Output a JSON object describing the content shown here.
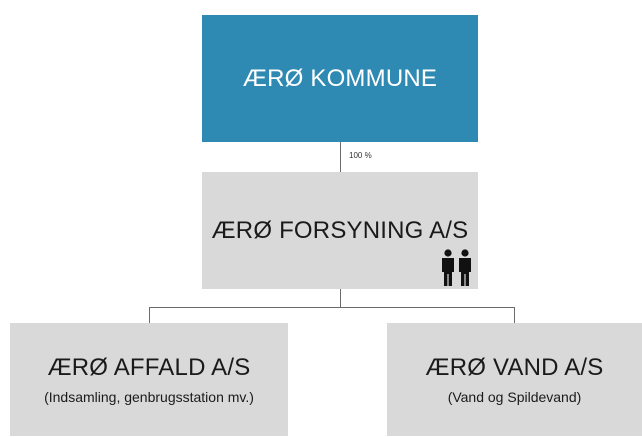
{
  "nodes": {
    "kommune": {
      "title": "ÆRØ KOMMUNE",
      "color": "#2e8ab3"
    },
    "forsyning": {
      "title": "ÆRØ FORSYNING A/S",
      "icon": "people-icon"
    },
    "affald": {
      "title": "ÆRØ AFFALD A/S",
      "subtitle": "(Indsamling, genbrugsstation mv.)"
    },
    "vand": {
      "title": "ÆRØ VAND A/S",
      "subtitle": "(Vand og Spildevand)"
    }
  },
  "edges": {
    "ownership_label": "100 %"
  }
}
